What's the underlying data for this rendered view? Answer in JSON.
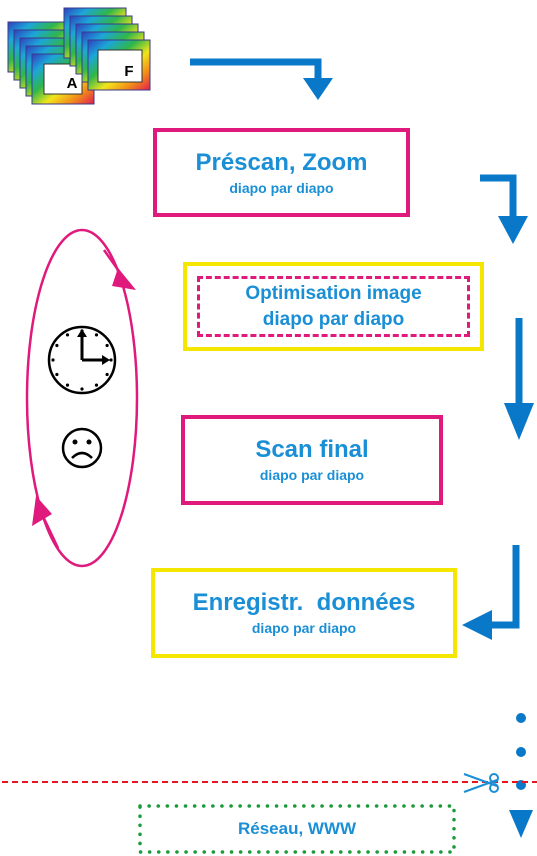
{
  "slides": {
    "label_a": "A",
    "label_f": "F"
  },
  "steps": [
    {
      "title": "Préscan, Zoom",
      "subtitle": "diapo par diapo"
    },
    {
      "title": "Optimisation image",
      "subtitle": "diapo par diapo"
    },
    {
      "title": "Scan final",
      "subtitle": "diapo par diapo"
    },
    {
      "title": "Enregistr.  données",
      "subtitle": "diapo par diapo"
    }
  ],
  "network": {
    "label": "Réseau, WWW"
  },
  "icons": {
    "clock": "clock-icon",
    "sad_face": "sad-face-icon",
    "scissors": "scissors-icon"
  },
  "colors": {
    "arrow_blue": "#0a78c8",
    "magenta": "#e0197d",
    "yellow": "#f5e600",
    "text_blue": "#1a8fd6",
    "cut_line_red": "#e8141e",
    "green_dots": "#1a9a3a"
  }
}
